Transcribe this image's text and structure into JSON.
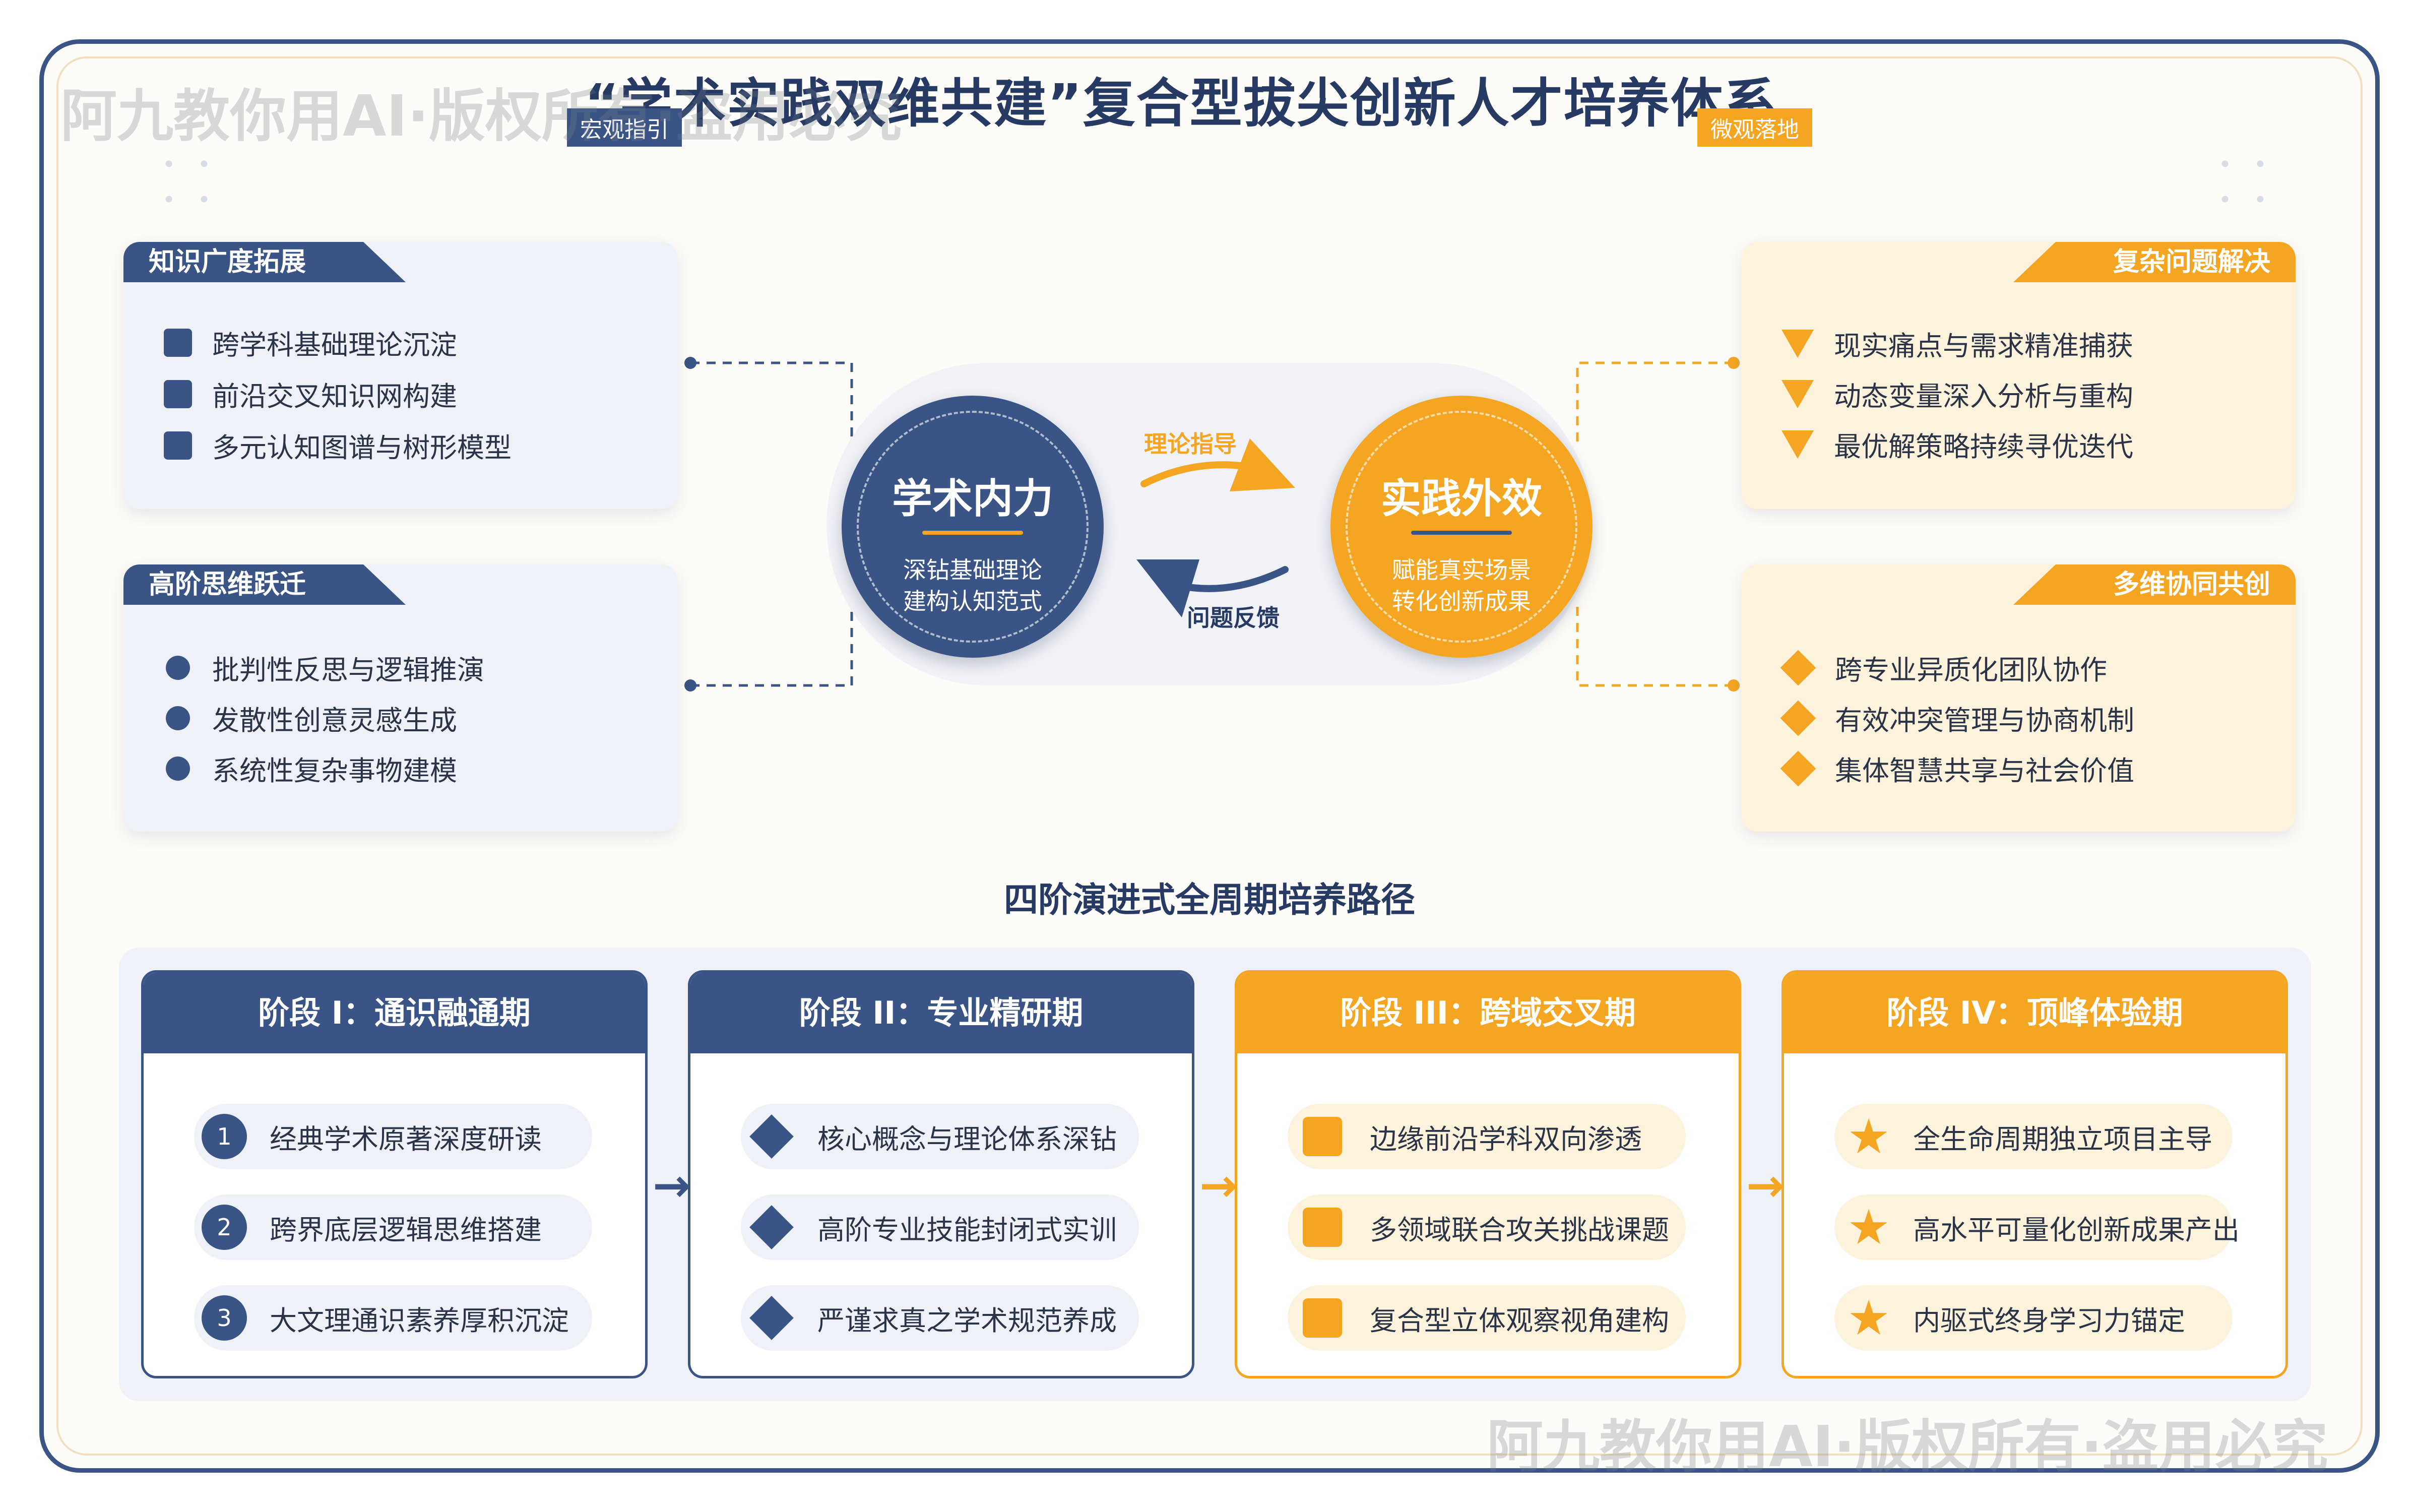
{
  "title": "“学术实践双维共建”复合型拔尖创新人才培养体系",
  "title_visible": "“学术实践双维共建”复合型拔尖创新人才培养体系",
  "tags": {
    "left": "宏观指引",
    "right": "微观落地"
  },
  "watermark": "阿九教你用AI·版权所有·盗用必究",
  "colors": {
    "navy": "#3a5585",
    "orange": "#f4a623",
    "navy_bg": "#eef1f8",
    "orange_bg": "#fdf2dc"
  },
  "cards": {
    "knowledge": {
      "title": "知识广度拓展",
      "marker": "square",
      "items": [
        "跨学科基础理论沉淀",
        "前沿交叉知识网构建",
        "多元认知图谱与树形模型"
      ]
    },
    "thinking": {
      "title": "高阶思维跃迁",
      "marker": "circle",
      "items": [
        "批判性反思与逻辑推演",
        "发散性创意灵感生成",
        "系统性复杂事物建模"
      ]
    },
    "problem": {
      "title": "复杂问题解决",
      "marker": "triangle-down",
      "items": [
        "现实痛点与需求精准捕获",
        "动态变量深入分析与重构",
        "最优解策略持续寻优迭代"
      ]
    },
    "collab": {
      "title": "多维协同共创",
      "marker": "diamond",
      "items": [
        "跨专业异质化团队协作",
        "有效冲突管理与协商机制",
        "集体智慧共享与社会价值"
      ]
    }
  },
  "center": {
    "academic": {
      "title": "学术内力",
      "line1": "深钻基础理论",
      "line2": "建构认知范式"
    },
    "practice": {
      "title": "实践外效",
      "line1": "赋能真实场景",
      "line2": "转化创新成果"
    },
    "arrow_top": "理论指导",
    "arrow_bottom": "问题反馈"
  },
  "path": {
    "title": "四阶演进式全周期培养路径",
    "stages": [
      {
        "title": "阶段 I：通识融通期",
        "marker": "number",
        "items": [
          "经典学术原著深度研读",
          "跨界底层逻辑思维搭建",
          "大文理通识素养厚积沉淀"
        ]
      },
      {
        "title": "阶段 II：专业精研期",
        "marker": "diamond",
        "items": [
          "核心概念与理论体系深钻",
          "高阶专业技能封闭式实训",
          "严谨求真之学术规范养成"
        ]
      },
      {
        "title": "阶段 III：跨域交叉期",
        "marker": "square",
        "items": [
          "边缘前沿学科双向渗透",
          "多领域联合攻关挑战课题",
          "复合型立体观察视角建构"
        ]
      },
      {
        "title": "阶段 IV：顶峰体验期",
        "marker": "star",
        "items": [
          "全生命周期独立项目主导",
          "高水平可量化创新成果产出",
          "内驱式终身学习力锚定"
        ]
      }
    ],
    "numbers": [
      "1",
      "2",
      "3"
    ]
  }
}
